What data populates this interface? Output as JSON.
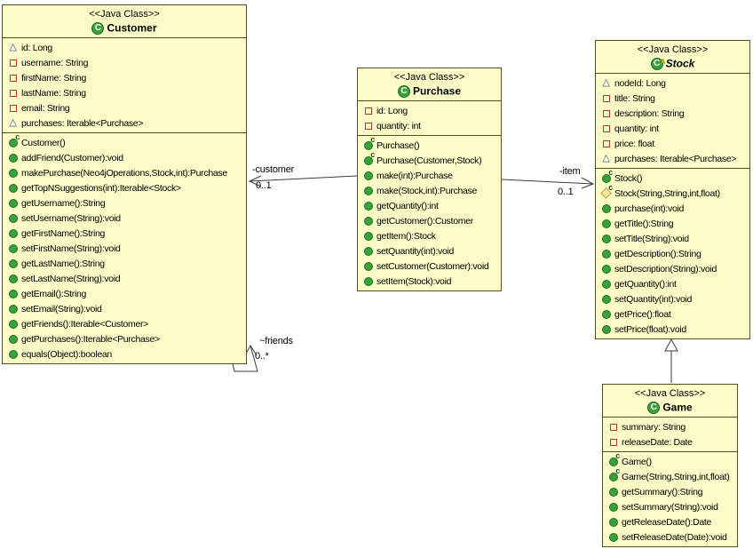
{
  "diagram": {
    "classes": [
      {
        "id": "customer",
        "stereotype": "<<Java Class>>",
        "name": "Customer",
        "fields": [
          {
            "icon": "package-field-icon",
            "text": "id: Long"
          },
          {
            "icon": "private-field-icon",
            "text": "username: String"
          },
          {
            "icon": "private-field-icon",
            "text": "firstName: String"
          },
          {
            "icon": "private-field-icon",
            "text": "lastName: String"
          },
          {
            "icon": "private-field-icon",
            "text": "email: String"
          },
          {
            "icon": "package-field-icon",
            "text": "purchases: Iterable<Purchase>"
          }
        ],
        "methods": [
          {
            "icon": "constructor-icon",
            "text": "Customer()"
          },
          {
            "icon": "public-method-icon",
            "text": "addFriend(Customer):void"
          },
          {
            "icon": "public-method-icon",
            "text": "makePurchase(Neo4jOperations,Stock,int):Purchase"
          },
          {
            "icon": "public-method-icon",
            "text": "getTopNSuggestions(int):Iterable<Stock>"
          },
          {
            "icon": "public-method-icon",
            "text": "getUsername():String"
          },
          {
            "icon": "public-method-icon",
            "text": "setUsername(String):void"
          },
          {
            "icon": "public-method-icon",
            "text": "getFirstName():String"
          },
          {
            "icon": "public-method-icon",
            "text": "setFirstName(String):void"
          },
          {
            "icon": "public-method-icon",
            "text": "getLastName():String"
          },
          {
            "icon": "public-method-icon",
            "text": "setLastName(String):void"
          },
          {
            "icon": "public-method-icon",
            "text": "getEmail():String"
          },
          {
            "icon": "public-method-icon",
            "text": "setEmail(String):void"
          },
          {
            "icon": "public-method-icon",
            "text": "getFriends():Iterable<Customer>"
          },
          {
            "icon": "public-method-icon",
            "text": "getPurchases():Iterable<Purchase>"
          },
          {
            "icon": "public-method-icon",
            "text": "equals(Object):boolean"
          }
        ]
      },
      {
        "id": "purchase",
        "stereotype": "<<Java Class>>",
        "name": "Purchase",
        "fields": [
          {
            "icon": "private-field-icon",
            "text": "id: Long"
          },
          {
            "icon": "private-field-icon",
            "text": "quantity: int"
          }
        ],
        "methods": [
          {
            "icon": "constructor-icon",
            "text": "Purchase()"
          },
          {
            "icon": "constructor-icon",
            "text": "Purchase(Customer,Stock)"
          },
          {
            "icon": "public-method-icon",
            "text": "make(int):Purchase"
          },
          {
            "icon": "public-method-icon",
            "text": "make(Stock,int):Purchase"
          },
          {
            "icon": "public-method-icon",
            "text": "getQuantity():int"
          },
          {
            "icon": "public-method-icon",
            "text": "getCustomer():Customer"
          },
          {
            "icon": "public-method-icon",
            "text": "getItem():Stock"
          },
          {
            "icon": "public-method-icon",
            "text": "setQuantity(int):void"
          },
          {
            "icon": "public-method-icon",
            "text": "setCustomer(Customer):void"
          },
          {
            "icon": "public-method-icon",
            "text": "setItem(Stock):void"
          }
        ]
      },
      {
        "id": "stock",
        "stereotype": "<<Java Class>>",
        "name": "Stock",
        "fields": [
          {
            "icon": "package-field-icon",
            "text": "nodeId: Long"
          },
          {
            "icon": "private-field-icon",
            "text": "title: String"
          },
          {
            "icon": "private-field-icon",
            "text": "description: String"
          },
          {
            "icon": "private-field-icon",
            "text": "quantity: int"
          },
          {
            "icon": "private-field-icon",
            "text": "price: float"
          },
          {
            "icon": "package-field-icon",
            "text": "purchases: Iterable<Purchase>"
          }
        ],
        "methods": [
          {
            "icon": "constructor-icon",
            "text": "Stock()"
          },
          {
            "icon": "protected-constructor-icon",
            "text": "Stock(String,String,int,float)"
          },
          {
            "icon": "public-method-icon",
            "text": "purchase(int):void"
          },
          {
            "icon": "public-method-icon",
            "text": "getTitle():String"
          },
          {
            "icon": "public-method-icon",
            "text": "setTitle(String):void"
          },
          {
            "icon": "public-method-icon",
            "text": "getDescription():String"
          },
          {
            "icon": "public-method-icon",
            "text": "setDescription(String):void"
          },
          {
            "icon": "public-method-icon",
            "text": "getQuantity():int"
          },
          {
            "icon": "public-method-icon",
            "text": "setQuantity(int):void"
          },
          {
            "icon": "public-method-icon",
            "text": "getPrice():float"
          },
          {
            "icon": "public-method-icon",
            "text": "setPrice(float):void"
          }
        ]
      },
      {
        "id": "game",
        "stereotype": "<<Java Class>>",
        "name": "Game",
        "fields": [
          {
            "icon": "private-field-icon",
            "text": "summary: String"
          },
          {
            "icon": "private-field-icon",
            "text": "releaseDate: Date"
          }
        ],
        "methods": [
          {
            "icon": "constructor-icon",
            "text": "Game()"
          },
          {
            "icon": "constructor-icon",
            "text": "Game(String,String,int,float)"
          },
          {
            "icon": "public-method-icon",
            "text": "getSummary():String"
          },
          {
            "icon": "public-method-icon",
            "text": "setSummary(String):void"
          },
          {
            "icon": "public-method-icon",
            "text": "getReleaseDate():Date"
          },
          {
            "icon": "public-method-icon",
            "text": "setReleaseDate(Date):void"
          }
        ]
      }
    ],
    "connectors": [
      {
        "name": "purchase-customer-association",
        "label": "-customer",
        "multiplicity": "0..1"
      },
      {
        "name": "purchase-item-association",
        "label": "-item",
        "multiplicity": "0..1"
      },
      {
        "name": "customer-friends-self-association",
        "label": "~friends",
        "multiplicity": "0..*"
      },
      {
        "name": "game-extends-stock-generalization"
      }
    ],
    "colors": {
      "box_fill": "#FBFBC8",
      "box_border": "#50501E",
      "public_green": "#3AA13A",
      "private_red": "#B5372B",
      "package_blue": "#2F4DBD",
      "protected_yellow": "#F6E7A2"
    }
  }
}
